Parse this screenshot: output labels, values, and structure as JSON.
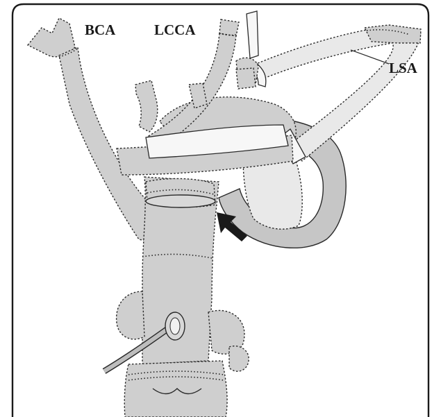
{
  "labels": {
    "bca": "BCA",
    "lcca": "LCCA",
    "lsa": "LSA"
  },
  "colors": {
    "vessel_fill": "#cfcfcf",
    "graft_fill": "#e9e9e9",
    "frame": "#1a1a1a",
    "arrow": "#1a1a1a"
  },
  "icons": {
    "arrow": "thick-arrow-up-left-icon"
  }
}
